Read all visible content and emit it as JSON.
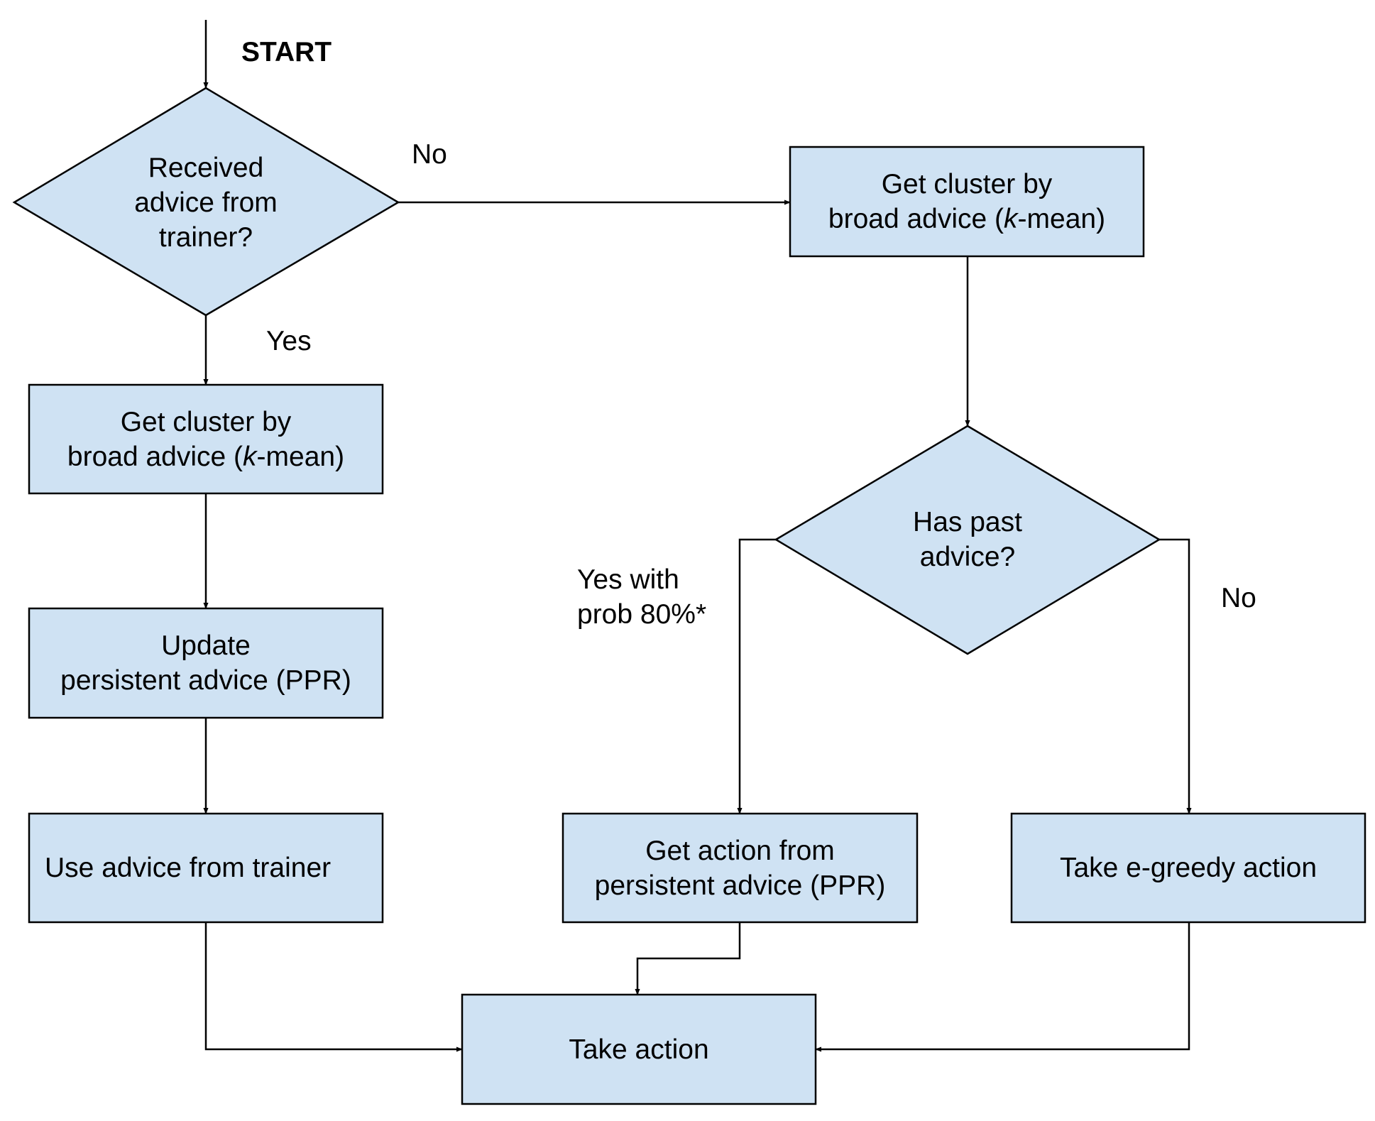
{
  "start_label": "START",
  "nodes": {
    "received_advice": [
      "Received",
      "advice from",
      "trainer?"
    ],
    "cluster_left": [
      "Get cluster by",
      "broad advice (k-mean)"
    ],
    "update_persistent": [
      "Update",
      "persistent advice (PPR)"
    ],
    "use_trainer": [
      "Use advice from trainer"
    ],
    "cluster_right": [
      "Get cluster by",
      "broad advice (k-mean)"
    ],
    "has_past_advice": [
      "Has past",
      "advice?"
    ],
    "get_action_ppr": [
      "Get action from",
      "persistent advice (PPR)"
    ],
    "egreedy": [
      "Take e-greedy action"
    ],
    "take_action": [
      "Take action"
    ]
  },
  "edge_labels": {
    "no_top": "No",
    "yes": "Yes",
    "yes_with_prob": [
      "Yes with",
      "prob 80%*"
    ],
    "no_right": "No"
  },
  "colors": {
    "node_fill": "#cfe2f3",
    "stroke": "#000000"
  }
}
